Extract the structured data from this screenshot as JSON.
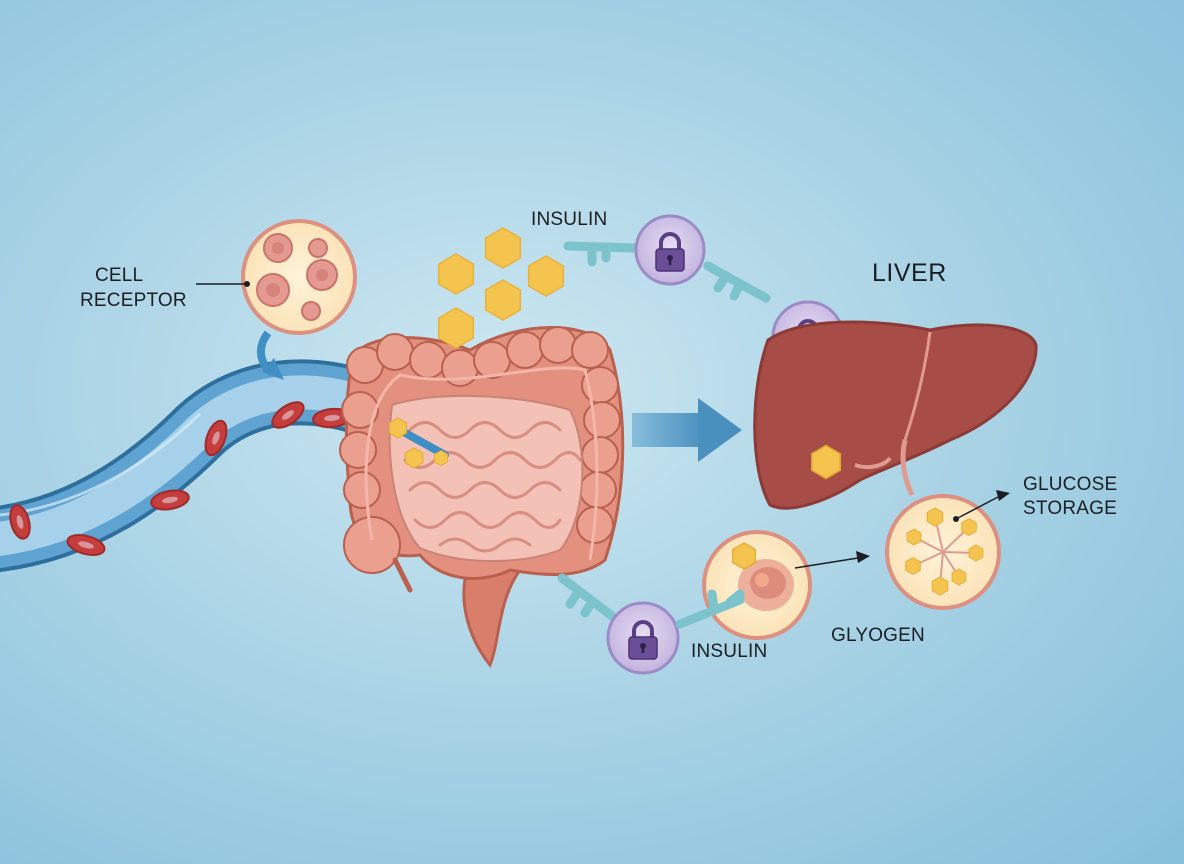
{
  "labels": {
    "cell_receptor_line1": "CELL",
    "cell_receptor_line2": "RECEPTOR",
    "insulin_top": "INSULIN",
    "liver": "LIVER",
    "glucose_storage_line1": "GLUCOSE",
    "glucose_storage_line2": "STORAGE",
    "glycogen": "GLYOGEN",
    "insulin_bottom": "INSULIN"
  },
  "colors": {
    "vessel": "#3f8fc4",
    "red_blood_cell": "#c63d3d",
    "intestine": "#e3907f",
    "liver": "#a84c47",
    "glucose": "#f5c44f",
    "lock": "#6a4e98",
    "key": "#7cc3cc"
  },
  "icons": {
    "lock": "padlock-icon",
    "key": "key-icon",
    "glucose": "hexagon-icon",
    "flow_arrow": "arrow-right-icon"
  }
}
